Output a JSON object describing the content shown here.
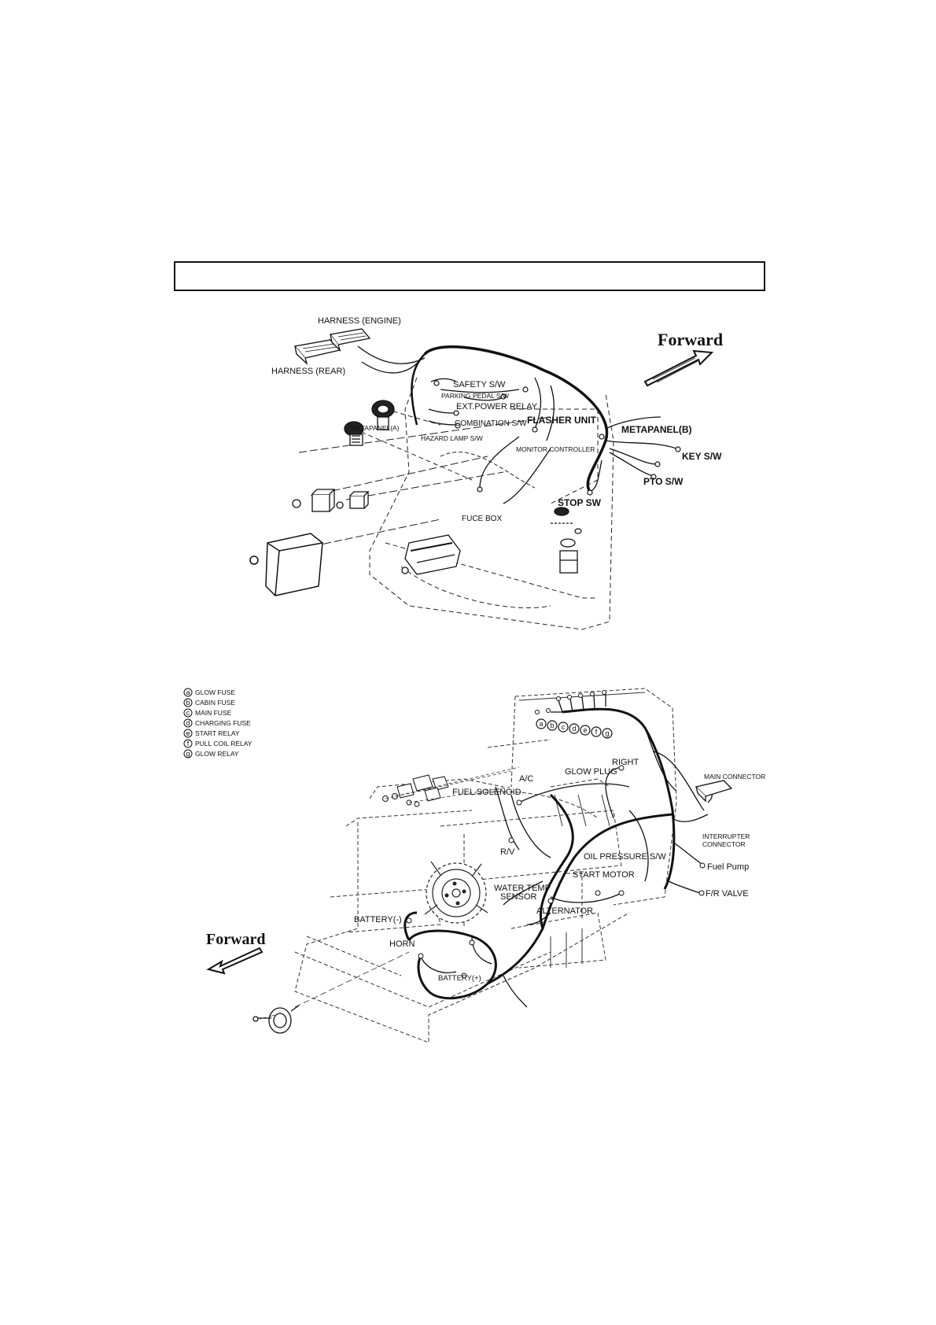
{
  "title_box": {
    "text": ""
  },
  "top_diagram": {
    "forward_label": "Forward",
    "labels": {
      "harness_engine": "HARNESS (ENGINE)",
      "harness_rear": "HARNESS (REAR)",
      "safety_sw": "SAFETY S/W",
      "parking_pedal_sw": "PARKING PEDAL S/W",
      "ext_power_relay": "EXT.POWER RELAY",
      "combination_sw": "COMBINATION  S/W",
      "flasher_unit": "FLASHER UNIT",
      "metapanel_a": "METAPANEL(A)",
      "hazard_lamp_sw": "HAZARD LAMP  S/W",
      "monitor_controller": "MONITOR CONTROLLER",
      "metapanel_b": "METAPANEL(B)",
      "key_sw": "KEY S/W",
      "pto_sw": "PTO S/W",
      "stop_sw": "STOP SW",
      "fuse_box": "FUCE BOX"
    }
  },
  "bottom_diagram": {
    "forward_label": "Forward",
    "legend": [
      {
        "letter": "a",
        "text": "GLOW FUSE"
      },
      {
        "letter": "b",
        "text": "CABIN FUSE"
      },
      {
        "letter": "c",
        "text": "MAIN FUSE"
      },
      {
        "letter": "d",
        "text": "CHARGING FUSE"
      },
      {
        "letter": "e",
        "text": "START RELAY"
      },
      {
        "letter": "f",
        "text": "PULL COIL RELAY"
      },
      {
        "letter": "g",
        "text": "GLOW RELAY"
      }
    ],
    "fuse_letters": [
      "a",
      "b",
      "c",
      "d",
      "e",
      "f",
      "g"
    ],
    "labels": {
      "right": "RIGHT",
      "glow_plug": "GLOW PLUG",
      "ac": "A/C",
      "fuel_solenoid": "FUEL SOLENOID",
      "main_connector": "MAIN CONNECTOR",
      "interrupter_1": "INTERRUPTER",
      "interrupter_2": "CONNECTOR",
      "rv": "R/V",
      "oil_pressure_sw": "OIL PRESSURE S/W",
      "fuel_pump": "Fuel Pump",
      "start_motor": "START MOTOR",
      "fr_valve": "F/R VALVE",
      "water_temp_1": "WATER TEMP",
      "water_temp_2": "SENSOR",
      "alternator": "ALTERNATOR",
      "battery_minus": "BATTERY(-)",
      "horn": "HORN",
      "battery_plus": "BATTERY(+)"
    }
  }
}
